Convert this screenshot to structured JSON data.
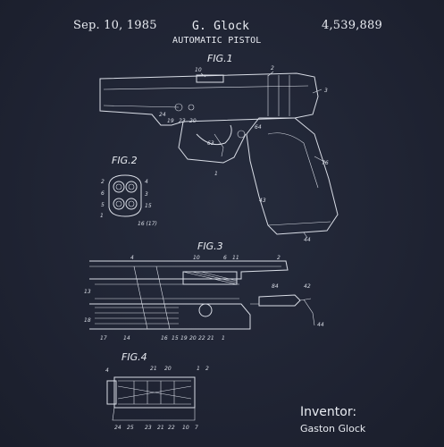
{
  "header": {
    "date": "Sep. 10, 1985",
    "inventor_header": "G. Glock",
    "patent_number": "4,539,889",
    "title": "AUTOMATIC PISTOL"
  },
  "figures": {
    "fig1": "FIG.1",
    "fig2": "FIG.2",
    "fig3": "FIG.3",
    "fig4": "FIG.4"
  },
  "inventor": {
    "label": "Inventor:",
    "name": "Gaston Glock"
  },
  "callouts": {
    "fig1": [
      "10",
      "2",
      "3",
      "24",
      "19",
      "23",
      "20",
      "63",
      "64",
      "1",
      "43",
      "76",
      "44"
    ],
    "fig2": [
      "2",
      "4",
      "3",
      "6",
      "5",
      "15",
      "1",
      "16 (17)"
    ],
    "fig3": [
      "4",
      "10",
      "6",
      "11",
      "2",
      "13",
      "42",
      "84",
      "18",
      "44",
      "17",
      "14",
      "16",
      "15",
      "19",
      "20",
      "22",
      "21",
      "1"
    ],
    "fig4": [
      "4",
      "21",
      "20",
      "1",
      "2",
      "24",
      "25",
      "23",
      "21",
      "22",
      "10",
      "7"
    ]
  },
  "colors": {
    "background": "#1f2433",
    "ink": "#d9dde6"
  }
}
